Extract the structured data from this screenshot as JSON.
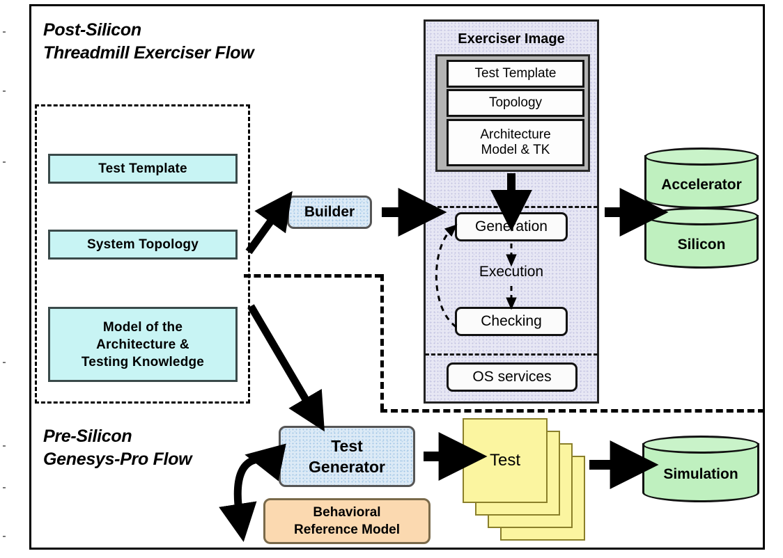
{
  "diagram": {
    "title_top_line1": "Post-Silicon",
    "title_top_line2": "Threadmill Exerciser Flow",
    "title_bottom_line1": "Pre-Silicon",
    "title_bottom_line2": "Genesys-Pro Flow"
  },
  "inputs": {
    "test_template": "Test Template",
    "system_topology": "System Topology",
    "model_line1": "Model of the",
    "model_line2": "Architecture &",
    "model_line3": "Testing Knowledge"
  },
  "builder": {
    "label": "Builder"
  },
  "exerciser": {
    "panel_title": "Exerciser Image",
    "static_parts": [
      {
        "label": "Test Template"
      },
      {
        "label": "Topology"
      },
      {
        "label_line1": "Architecture",
        "label_line2": "Model & TK"
      }
    ],
    "loop": {
      "generation": "Generation",
      "execution": "Execution",
      "checking": "Checking"
    },
    "os_services": "OS services"
  },
  "platforms": {
    "accelerator": "Accelerator",
    "silicon": "Silicon",
    "simulation": "Simulation"
  },
  "generator": {
    "line1": "Test",
    "line2": "Generator",
    "reference_line1": "Behavioral",
    "reference_line2": "Reference Model"
  },
  "tests": {
    "label": "Test"
  },
  "colors": {
    "input_box": "#c8f4f4",
    "process_box": "#dceaf6",
    "reference_box": "#fbd9b0",
    "platform_cylinder": "#bff0bf",
    "test_card": "#fbf5a0",
    "panel_bg": "#e7e7f4"
  }
}
